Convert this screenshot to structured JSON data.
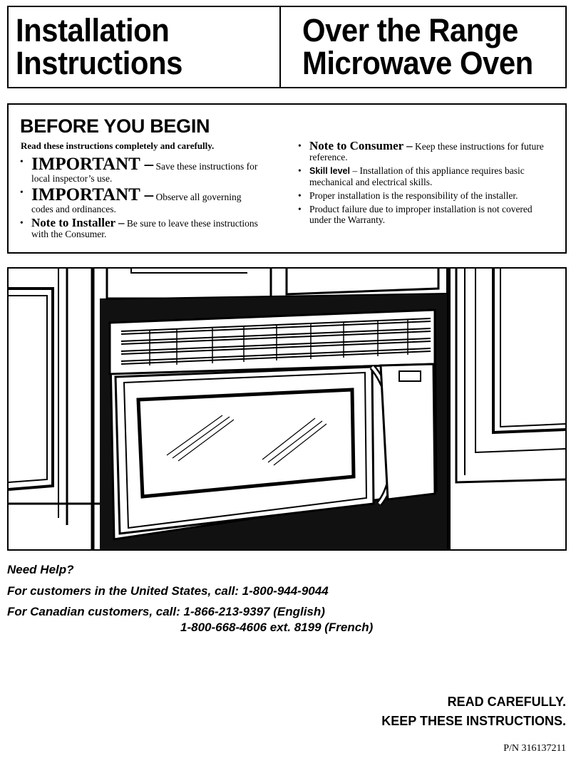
{
  "header": {
    "left": [
      "Installation",
      "Instructions"
    ],
    "right": [
      "Over the Range",
      "Microwave Oven"
    ]
  },
  "before_you_begin": {
    "heading": "BEFORE YOU BEGIN",
    "intro": "Read these instructions completely and carefully.",
    "left_items": [
      {
        "lead": "IMPORTANT –",
        "text": " Save these instructions for local inspector’s use."
      },
      {
        "lead": "IMPORTANT –",
        "text": " Observe all governing codes and ordinances."
      },
      {
        "lead": "Note to Installer –",
        "text": " Be sure to leave these instructions with the Consumer."
      }
    ],
    "right_items": [
      {
        "lead": "Note to Consumer –",
        "text": " Keep these instructions for future reference."
      },
      {
        "lead": "Skill level",
        "text": " – Installation of this appliance requires basic mechanical and electrical skills."
      },
      {
        "lead": "",
        "text": "Proper installation is the responsibility of the installer."
      },
      {
        "lead": "",
        "text": "Product failure due to improper installation is not covered under the Warranty."
      }
    ]
  },
  "help": {
    "title": "Need Help?",
    "us": "For customers in the United States, call: 1-800-944-9044",
    "canada": "For Canadian customers, call: 1-866-213-9397 (English)",
    "canada_fr": "1-800-668-4606 ext. 8199 (French)"
  },
  "closing": {
    "line1": "READ CAREFULLY.",
    "line2": "KEEP THESE INSTRUCTIONS."
  },
  "part_number": "P/N 316137211"
}
